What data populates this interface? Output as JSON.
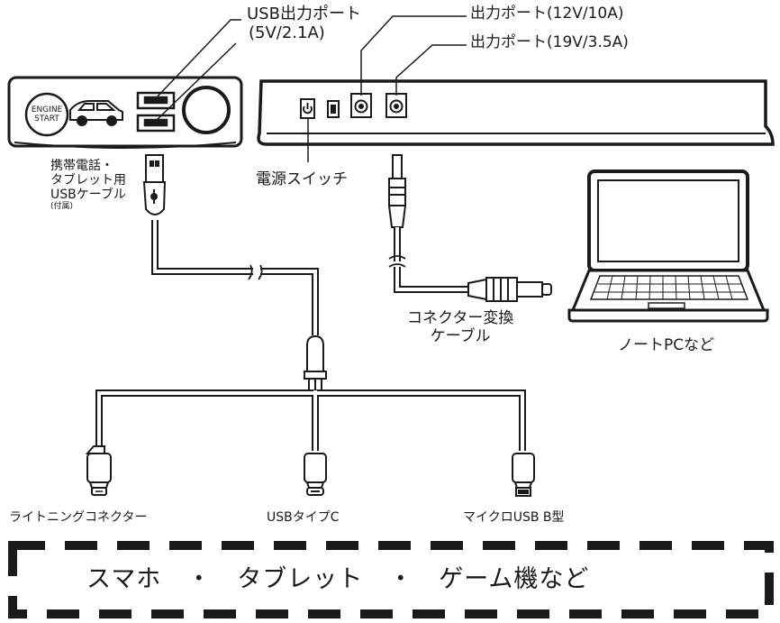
{
  "labels": {
    "usb_port_line1": "USB出力ポート",
    "usb_port_line2": "(5V/2.1A)",
    "out_12v": "出力ポート(12V/10A)",
    "out_19v": "出力ポート(19V/3.5A)",
    "power_switch": "電源スイッチ",
    "usb_cable_line1": "携帯電話・",
    "usb_cable_line2": "タブレット用",
    "usb_cable_line3": "USBケーブル",
    "usb_cable_line4": "(付属)",
    "converter_line1": "コネクター変換",
    "converter_line2": "ケーブル",
    "laptop": "ノートPCなど",
    "lightning": "ライトニングコネクター",
    "usb_c": "USBタイプC",
    "micro_usb": "マイクロUSB B型",
    "devices": "スマホ　・　タブレット　・　ゲーム機など"
  },
  "jump_starter": {
    "engine_line1": "ENGINE",
    "engine_line2": "START"
  },
  "colors": {
    "line": "#1a1a1a",
    "fill": "#ffffff",
    "cable_inner": "#ffffff"
  }
}
